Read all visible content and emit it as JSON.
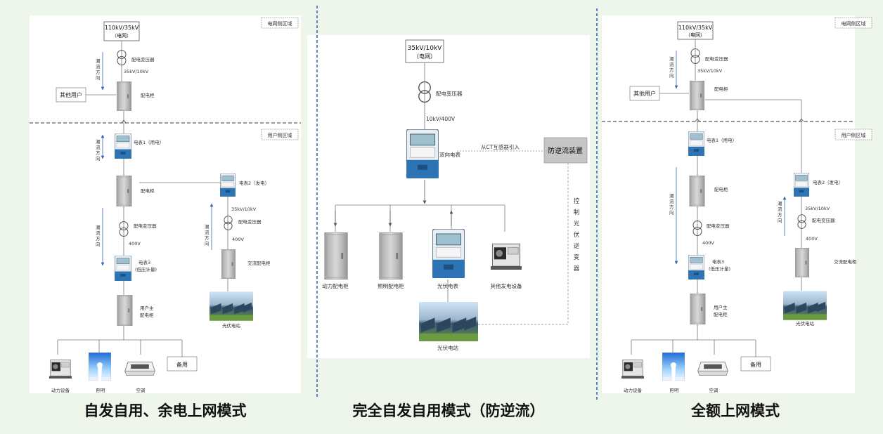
{
  "colors": {
    "background": "#eef5ea",
    "panel": "#ffffff",
    "line": "#7b7b7b",
    "separator": "#3a67b6",
    "meter_body": "#2d74b4",
    "cabinet": "#c6c6c6"
  },
  "captions": {
    "left": "自发自用、余电上网模式",
    "middle": "完全自发自用模式（防逆流）",
    "right": "全额上网模式"
  },
  "left": {
    "zone_grid": "电网侧区域",
    "zone_user": "用户侧区域",
    "grid_title": "110kV/35kV",
    "grid_sub": "（电网）",
    "transformer": "配电变压器",
    "voltage_1": "35kV/10kV",
    "cabinet": "配电柜",
    "other_users": "其他用户",
    "flow_dir": [
      "潮",
      "流",
      "方",
      "向"
    ],
    "meter1": "电表1（用电）",
    "meter2": "电表2（发电）",
    "meter3": "电表3",
    "meter3_sub": "(低压计量)",
    "voltage_400": "400V",
    "voltage_pv": "35kV/10kV",
    "ac_cabinet": "交流配电柜",
    "pv_station": "光伏电站",
    "main_cabinet_1": "用户主",
    "main_cabinet_2": "配电柜",
    "load_power": "动力设备",
    "load_light": "照明",
    "load_ac": "空调",
    "spare": "备用"
  },
  "middle": {
    "grid_title": "35kV/10kV",
    "grid_sub": "（电网）",
    "transformer": "配电变压器",
    "voltage": "10kV/400V",
    "bidir_meter": "双向电表",
    "ct_text": "从CT互感器引入",
    "anti_reverse": "防逆流装置",
    "control_text": [
      "控",
      "制",
      "光",
      "伏",
      "逆",
      "变",
      "器"
    ],
    "power_cabinet": "动力配电柜",
    "light_cabinet": "照明配电柜",
    "pv_meter": "光伏电表",
    "other_gen": "其他发电设备",
    "pv_station": "光伏电站"
  },
  "right": {
    "zone_grid": "电网侧区域",
    "zone_user": "用户侧区域",
    "grid_title": "110kV/35kV",
    "grid_sub": "（电网）",
    "transformer": "配电变压器",
    "voltage_1": "35kV/10kV",
    "cabinet": "配电柜",
    "other_users": "其他用户",
    "flow_dir": [
      "潮",
      "流",
      "方",
      "向"
    ],
    "meter1": "电表1（用电）",
    "meter2": "电表2（发电）",
    "meter3": "电表3",
    "meter3_sub": "(低压计量)",
    "voltage_400": "400V",
    "voltage_pv": "35kV/10kV",
    "ac_cabinet": "交流配电柜",
    "pv_station": "光伏电站",
    "main_cabinet_1": "用户主",
    "main_cabinet_2": "配电柜",
    "load_power": "动力设备",
    "load_light": "照明",
    "load_ac": "空调",
    "spare": "备用"
  }
}
